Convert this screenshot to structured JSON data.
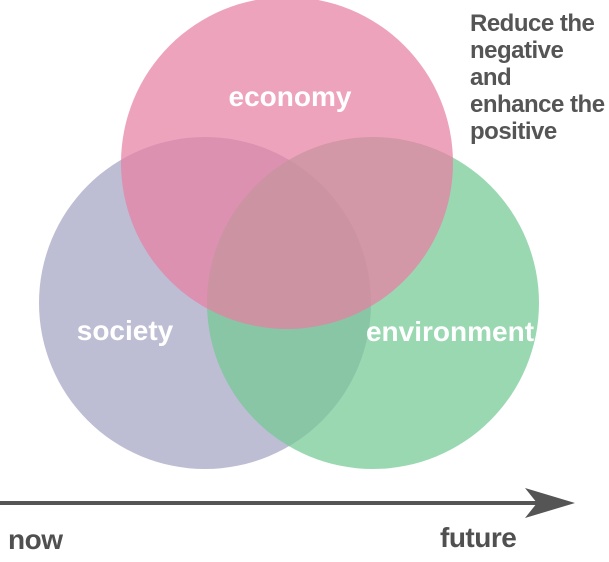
{
  "diagram": {
    "tagline": "Reduce the negative and enhance the positive",
    "circles": {
      "economy": {
        "label": "economy",
        "color": "#e77fa2"
      },
      "society": {
        "label": "society",
        "color": "#a3a3c3"
      },
      "environment": {
        "label": "environment",
        "color": "#73c994"
      }
    },
    "axis": {
      "start_label": "now",
      "end_label": "future",
      "color": "#555555"
    }
  }
}
